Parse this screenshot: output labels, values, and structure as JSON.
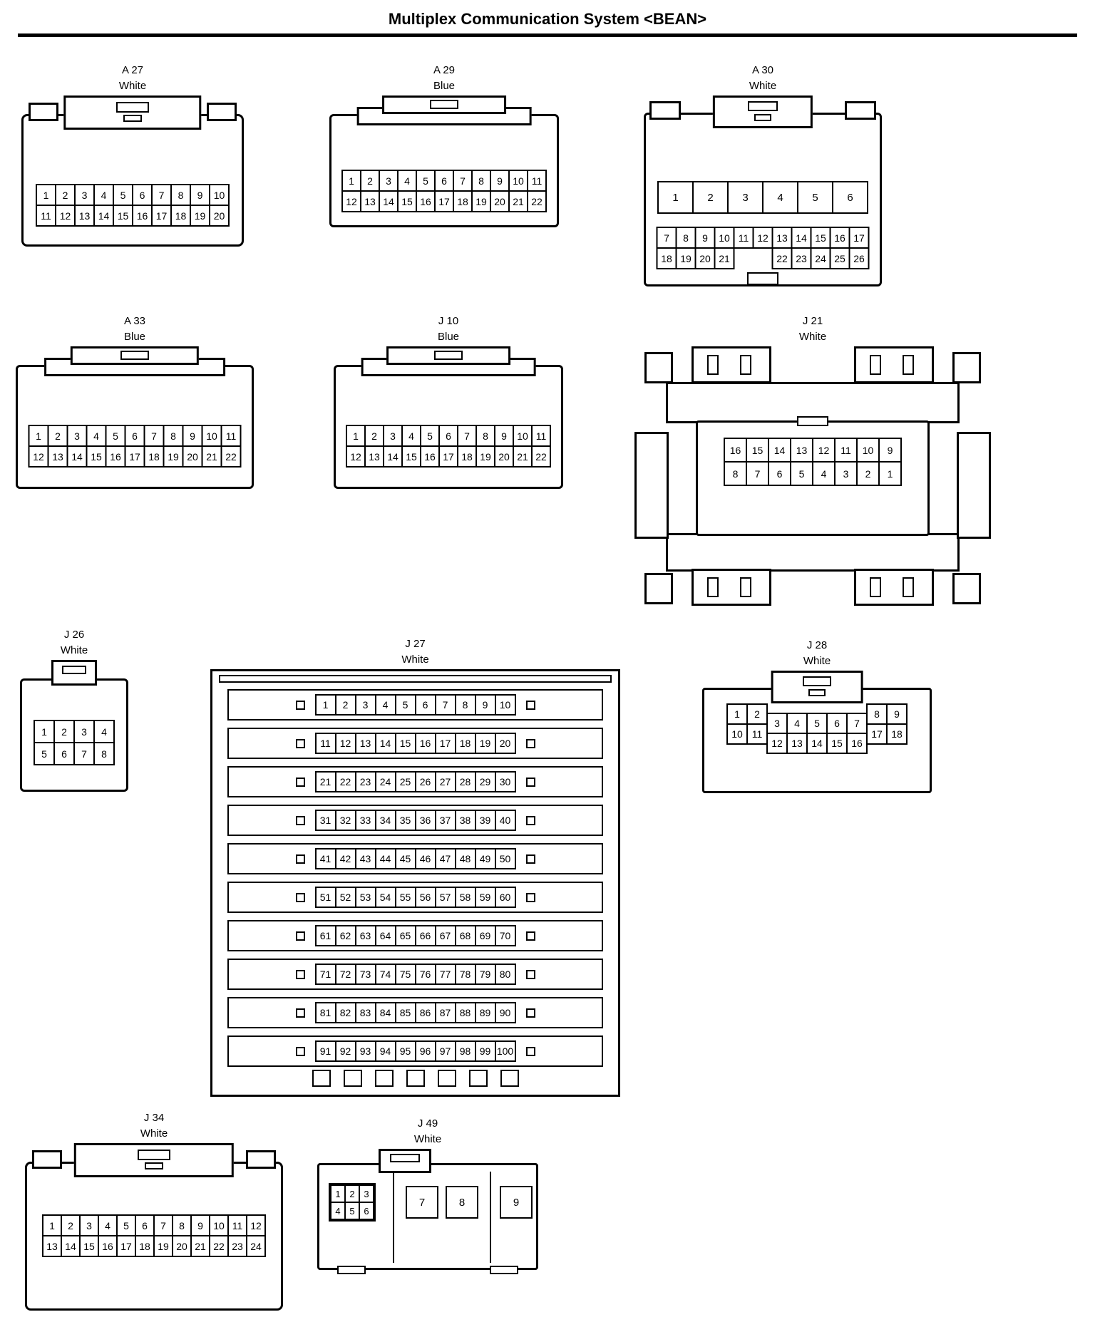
{
  "page": {
    "title": "Multiplex Communication System <BEAN>"
  },
  "connectors": [
    {
      "key": "a27",
      "name": "A 27",
      "color": "White",
      "rows": [
        [
          "1",
          "2",
          "3",
          "4",
          "5",
          "6",
          "7",
          "8",
          "9",
          "10"
        ],
        [
          "11",
          "12",
          "13",
          "14",
          "15",
          "16",
          "17",
          "18",
          "19",
          "20"
        ]
      ]
    },
    {
      "key": "a29",
      "name": "A 29",
      "color": "Blue",
      "rows": [
        [
          "1",
          "2",
          "3",
          "4",
          "5",
          "6",
          "7",
          "8",
          "9",
          "10",
          "11"
        ],
        [
          "12",
          "13",
          "14",
          "15",
          "16",
          "17",
          "18",
          "19",
          "20",
          "21",
          "22"
        ]
      ]
    },
    {
      "key": "a30",
      "name": "A 30",
      "color": "White",
      "wide_row": [
        "1",
        "2",
        "3",
        "4",
        "5",
        "6"
      ],
      "rows": [
        [
          "7",
          "8",
          "9",
          "10",
          "11",
          "12",
          "13",
          "14",
          "15",
          "16",
          "17"
        ],
        [
          "18",
          "19",
          "20",
          "21",
          "",
          "",
          "22",
          "23",
          "24",
          "25",
          "26"
        ]
      ]
    },
    {
      "key": "a33",
      "name": "A 33",
      "color": "Blue",
      "rows": [
        [
          "1",
          "2",
          "3",
          "4",
          "5",
          "6",
          "7",
          "8",
          "9",
          "10",
          "11"
        ],
        [
          "12",
          "13",
          "14",
          "15",
          "16",
          "17",
          "18",
          "19",
          "20",
          "21",
          "22"
        ]
      ]
    },
    {
      "key": "j10",
      "name": "J 10",
      "color": "Blue",
      "rows": [
        [
          "1",
          "2",
          "3",
          "4",
          "5",
          "6",
          "7",
          "8",
          "9",
          "10",
          "11"
        ],
        [
          "12",
          "13",
          "14",
          "15",
          "16",
          "17",
          "18",
          "19",
          "20",
          "21",
          "22"
        ]
      ]
    },
    {
      "key": "j21",
      "name": "J 21",
      "color": "White",
      "rows": [
        [
          "16",
          "15",
          "14",
          "13",
          "12",
          "11",
          "10",
          "9"
        ],
        [
          "8",
          "7",
          "6",
          "5",
          "4",
          "3",
          "2",
          "1"
        ]
      ]
    },
    {
      "key": "j26",
      "name": "J 26",
      "color": "White",
      "rows": [
        [
          "1",
          "2",
          "3",
          "4"
        ],
        [
          "5",
          "6",
          "7",
          "8"
        ]
      ]
    },
    {
      "key": "j27",
      "name": "J 27",
      "color": "White",
      "rows": [
        [
          "1",
          "2",
          "3",
          "4",
          "5",
          "6",
          "7",
          "8",
          "9",
          "10"
        ],
        [
          "11",
          "12",
          "13",
          "14",
          "15",
          "16",
          "17",
          "18",
          "19",
          "20"
        ],
        [
          "21",
          "22",
          "23",
          "24",
          "25",
          "26",
          "27",
          "28",
          "29",
          "30"
        ],
        [
          "31",
          "32",
          "33",
          "34",
          "35",
          "36",
          "37",
          "38",
          "39",
          "40"
        ],
        [
          "41",
          "42",
          "43",
          "44",
          "45",
          "46",
          "47",
          "48",
          "49",
          "50"
        ],
        [
          "51",
          "52",
          "53",
          "54",
          "55",
          "56",
          "57",
          "58",
          "59",
          "60"
        ],
        [
          "61",
          "62",
          "63",
          "64",
          "65",
          "66",
          "67",
          "68",
          "69",
          "70"
        ],
        [
          "71",
          "72",
          "73",
          "74",
          "75",
          "76",
          "77",
          "78",
          "79",
          "80"
        ],
        [
          "81",
          "82",
          "83",
          "84",
          "85",
          "86",
          "87",
          "88",
          "89",
          "90"
        ],
        [
          "91",
          "92",
          "93",
          "94",
          "95",
          "96",
          "97",
          "98",
          "99",
          "100"
        ]
      ]
    },
    {
      "key": "j28",
      "name": "J 28",
      "color": "White",
      "rows": [
        [
          "1",
          "2",
          "3",
          "4",
          "5",
          "6",
          "7",
          "8",
          "9"
        ],
        [
          "10",
          "11",
          "12",
          "13",
          "14",
          "15",
          "16",
          "17",
          "18"
        ]
      ]
    },
    {
      "key": "j34",
      "name": "J 34",
      "color": "White",
      "rows": [
        [
          "1",
          "2",
          "3",
          "4",
          "5",
          "6",
          "7",
          "8",
          "9",
          "10",
          "11",
          "12"
        ],
        [
          "13",
          "14",
          "15",
          "16",
          "17",
          "18",
          "19",
          "20",
          "21",
          "22",
          "23",
          "24"
        ]
      ]
    },
    {
      "key": "j49",
      "name": "J 49",
      "color": "White",
      "rows": [
        [
          "1",
          "2",
          "3"
        ],
        [
          "4",
          "5",
          "6"
        ]
      ],
      "large_pins": [
        "7",
        "8",
        "9"
      ]
    }
  ]
}
